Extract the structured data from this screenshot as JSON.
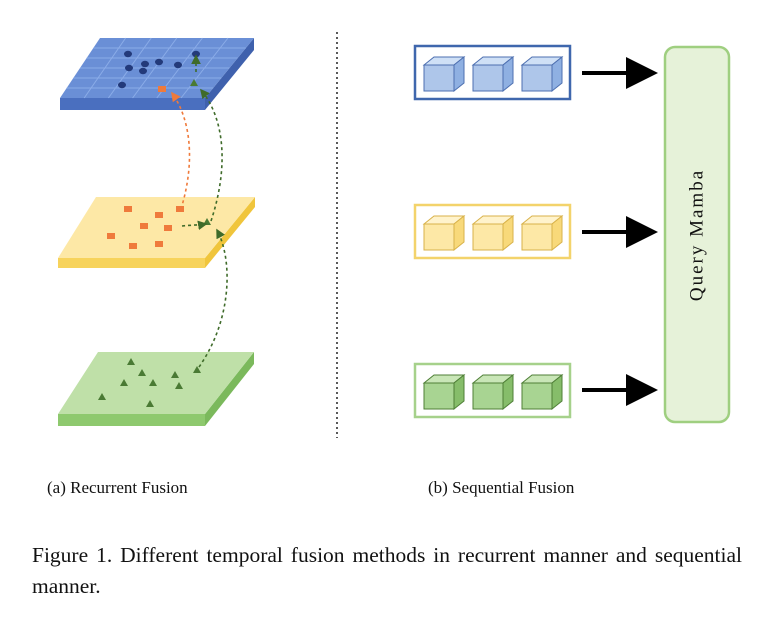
{
  "colors": {
    "blue_fill": "#6a8fd6",
    "blue_dark": "#4a6fbf",
    "yellow_fill": "#fde8a6",
    "yellow_dark": "#f7d35c",
    "green_fill": "#bfe0a8",
    "green_dark": "#8ec96e",
    "orange_mark": "#ef7a3b",
    "green_mark": "#4a7a34",
    "navy_dot": "#233a7a",
    "cube_blue": "#aec6ea",
    "cube_yellow": "#fde8a6",
    "cube_green": "#a8d492",
    "frame_blue": "#3f67ad",
    "frame_yellow": "#f3d36b",
    "frame_green": "#a6d18b",
    "mamba_fill": "#e6f2d9",
    "mamba_border": "#9fcf80"
  },
  "left_panel": {
    "caption": "(a) Recurrent Fusion"
  },
  "right_panel": {
    "caption": "(b) Sequential Fusion",
    "mamba_label": "Query Mamba"
  },
  "figure_caption": "Figure 1. Different temporal fusion methods in recurrent manner and sequential manner."
}
